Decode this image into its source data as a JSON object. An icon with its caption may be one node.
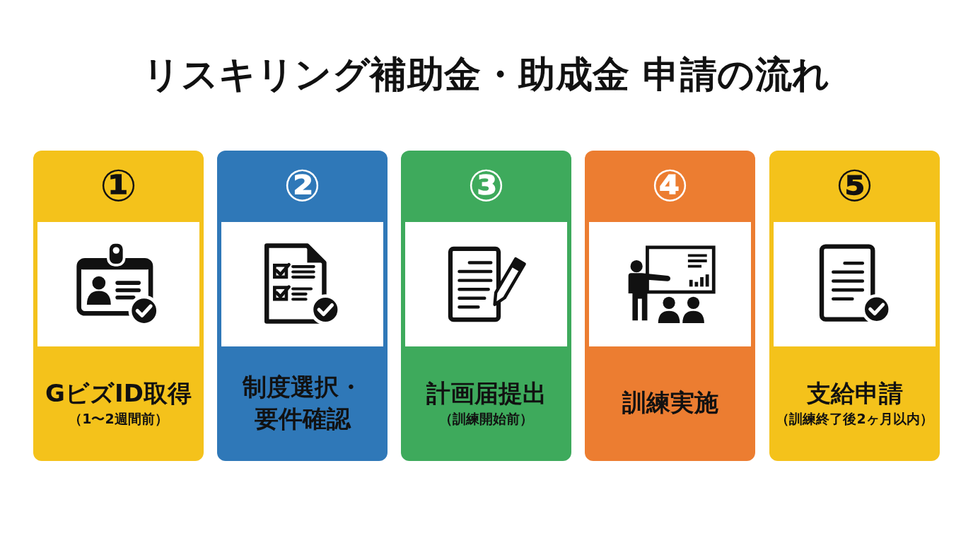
{
  "diagram": {
    "title": "リスキリング補助金・助成金 申請の流れ",
    "nodes": [
      {
        "text": [
          "①",
          "GビズID取得",
          "（1〜2週間前）"
        ]
      },
      {
        "text": [
          "②",
          "制度選択・要件確認"
        ]
      },
      {
        "text": [
          "③",
          "計画届提出",
          "（訓練開始前）"
        ]
      },
      {
        "text": [
          "④",
          "訓練実施"
        ]
      },
      {
        "text": [
          "⑤",
          "支給申請",
          "（訓練終了後2ヶ月以内）"
        ]
      }
    ]
  }
}
